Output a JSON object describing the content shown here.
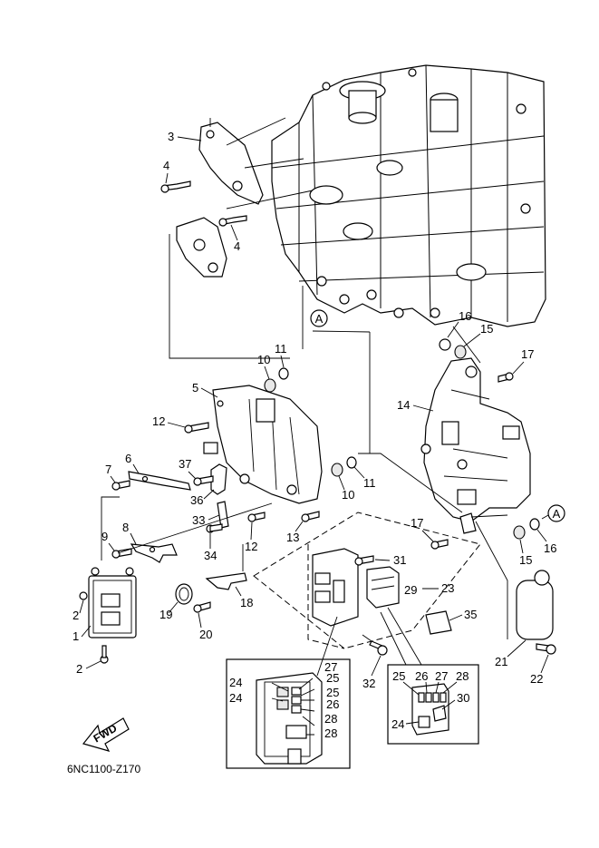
{
  "figure_code": "6NC1100-Z170",
  "fwd_label": "FWD",
  "ref_marker": "A",
  "callouts": [
    "1",
    "2",
    "2",
    "3",
    "4",
    "4",
    "5",
    "6",
    "7",
    "8",
    "9",
    "10",
    "10",
    "11",
    "11",
    "12",
    "12",
    "13",
    "14",
    "15",
    "15",
    "16",
    "16",
    "17",
    "17",
    "18",
    "19",
    "20",
    "21",
    "22",
    "23",
    "24",
    "24",
    "24",
    "25",
    "25",
    "25",
    "26",
    "26",
    "27",
    "27",
    "28",
    "28",
    "28",
    "29",
    "30",
    "31",
    "32",
    "33",
    "34",
    "35",
    "36",
    "37"
  ]
}
